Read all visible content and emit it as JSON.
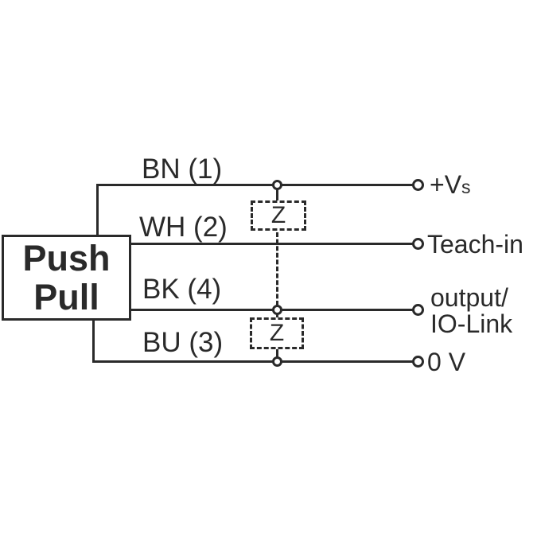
{
  "device": {
    "line1": "Push",
    "line2": "Pull"
  },
  "wires": [
    {
      "label": "BN (1)"
    },
    {
      "label": "WH (2)"
    },
    {
      "label": "BK (4)"
    },
    {
      "label": "BU (3)"
    }
  ],
  "terminals": [
    {
      "main": "+V",
      "sub": "s"
    },
    {
      "label": "Teach-in"
    },
    {
      "line1": "output/",
      "line2": "IO-Link"
    },
    {
      "label": "0 V"
    }
  ],
  "suppressors": [
    {
      "label": "Z"
    },
    {
      "label": "Z"
    }
  ],
  "colors": {
    "line": "#2a2a2a",
    "background": "#ffffff"
  }
}
